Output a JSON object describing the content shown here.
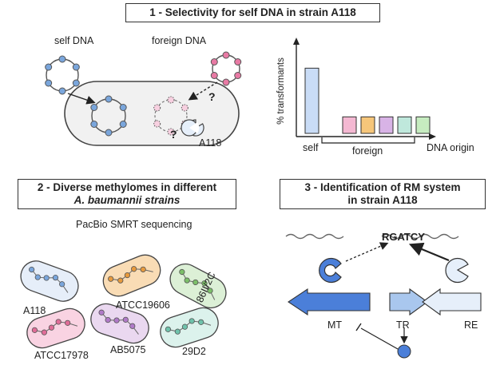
{
  "panel1": {
    "title": "1 - Selectivity for self DNA in strain A118",
    "self_dna_label": "self DNA",
    "foreign_dna_label": "foreign DNA",
    "strain_label": "A118",
    "question_mark": "?",
    "chart": {
      "ylabel": "% transformants",
      "xlabel": "DNA origin",
      "self_label": "self",
      "foreign_label": "foreign"
    }
  },
  "panel2": {
    "title_line1": "2 - Diverse methylomes in different",
    "title_line2": "A. baumannii strains",
    "subtitle": "PacBio SMRT sequencing",
    "strains": [
      "A118",
      "ATCC19606",
      "86II/2C",
      "ATCC17978",
      "AB5075",
      "29D2"
    ]
  },
  "panel3": {
    "title_line1": "3 - Identification of RM system",
    "title_line2": "in strain A118",
    "motif": "RGATCY",
    "gene_mt": "MT",
    "gene_tr": "TR",
    "gene_re": "RE"
  },
  "chart_data": {
    "type": "bar",
    "categories": [
      "self",
      "foreign",
      "foreign",
      "foreign",
      "foreign",
      "foreign"
    ],
    "values": [
      71,
      18,
      18,
      18,
      18,
      18
    ],
    "colors": [
      "#c9dcf6",
      "#f4b8d2",
      "#f6c67a",
      "#d8b3e6",
      "#bfe8dc",
      "#c6ecc0"
    ],
    "xlabel": "DNA origin",
    "ylabel": "% transformants",
    "ylim": [
      0,
      100
    ]
  },
  "colors": {
    "self_dna": "#7aa6dc",
    "foreign_dna": "#e87aa4",
    "mt_arrow": "#4b7fd9",
    "tr_arrow": "#a9c7ee",
    "re_arrow": "#e6effa"
  }
}
